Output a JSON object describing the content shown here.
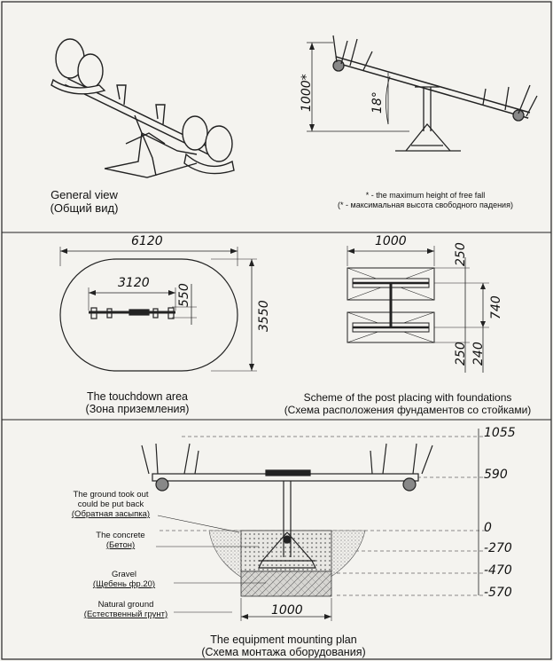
{
  "general_view": {
    "en": "General view",
    "ru": "(Общий вид)"
  },
  "side_view": {
    "height_mark": "1000*",
    "angle": "18°",
    "note_en": "* - the maximum height of free fall",
    "note_ru": "(* - максимальная высота свободного падения)"
  },
  "touchdown": {
    "dim_outer_length": "6120",
    "dim_inner_length": "3120",
    "dim_inner_width": "550",
    "dim_outer_width": "3550",
    "caption_en": "The touchdown area",
    "caption_ru": "(Зона приземления)"
  },
  "post_scheme": {
    "dim_width": "1000",
    "dim_top": "250",
    "dim_middle": "740",
    "dim_bottom_a": "250",
    "dim_bottom_b": "240",
    "caption_en": "Scheme of the post placing with foundations",
    "caption_ru": "(Схема расположения фундаментов со стойками)"
  },
  "mounting": {
    "levels": [
      "1055",
      "590",
      "0",
      "-270",
      "-470",
      "-570"
    ],
    "labels": {
      "backfill_en_1": "The ground took out",
      "backfill_en_2": "could be put back",
      "backfill_ru": "(Обратная засыпка)",
      "concrete_en": "The concrete",
      "concrete_ru": "(Бетон)",
      "gravel_en": "Gravel",
      "gravel_ru": "(Щебень фр.20)",
      "natural_en": "Natural ground",
      "natural_ru": "(Естественный грунт)"
    },
    "dim_foundation": "1000",
    "caption_en": "The equipment mounting plan",
    "caption_ru": "(Схема монтажа оборудования)"
  }
}
